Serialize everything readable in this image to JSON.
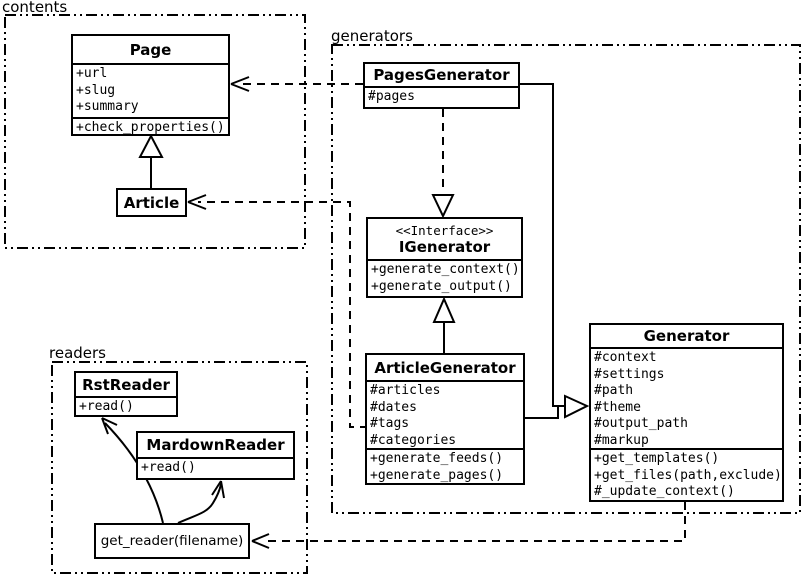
{
  "packages": {
    "contents": {
      "label": "contents"
    },
    "generators": {
      "label": "generators"
    },
    "readers": {
      "label": "readers"
    }
  },
  "classes": {
    "page": {
      "name": "Page",
      "attributes": [
        "+url",
        "+slug",
        "+summary"
      ],
      "methods": [
        "+check_properties()"
      ]
    },
    "article": {
      "name": "Article"
    },
    "pages_generator": {
      "name": "PagesGenerator",
      "attributes": [
        "#pages"
      ]
    },
    "igenerator": {
      "stereotype": "<<Interface>>",
      "name": "IGenerator",
      "methods": [
        "+generate_context()",
        "+generate_output()"
      ]
    },
    "article_generator": {
      "name": "ArticleGenerator",
      "attributes": [
        "#articles",
        "#dates",
        "#tags",
        "#categories"
      ],
      "methods": [
        "+generate_feeds()",
        "+generate_pages()"
      ]
    },
    "generator": {
      "name": "Generator",
      "attributes": [
        "#context",
        "#settings",
        "#path",
        "#theme",
        "#output_path",
        "#markup"
      ],
      "methods": [
        "+get_templates()",
        "+get_files(path,exclude)",
        "#_update_context()"
      ]
    },
    "rst_reader": {
      "name": "RstReader",
      "methods": [
        "+read()"
      ]
    },
    "mardown_reader": {
      "name": "MardownReader",
      "methods": [
        "+read()"
      ]
    },
    "get_reader": {
      "name": "get_reader(filename)"
    }
  },
  "relationships": [
    {
      "from": "Article",
      "to": "Page",
      "type": "inheritance",
      "style": "solid-hollow-triangle"
    },
    {
      "from": "PagesGenerator",
      "to": "Page",
      "type": "dependency",
      "style": "dashed-open-arrow"
    },
    {
      "from": "PagesGenerator",
      "to": "IGenerator",
      "type": "realization",
      "style": "dashed-hollow-triangle"
    },
    {
      "from": "ArticleGenerator",
      "to": "IGenerator",
      "type": "inheritance",
      "style": "solid-hollow-triangle"
    },
    {
      "from": "PagesGenerator",
      "to": "Generator",
      "type": "inheritance",
      "style": "solid-hollow-triangle"
    },
    {
      "from": "ArticleGenerator",
      "to": "Generator",
      "type": "inheritance",
      "style": "solid-hollow-triangle"
    },
    {
      "from": "ArticleGenerator",
      "to": "Article",
      "type": "dependency",
      "style": "dashed-open-arrow"
    },
    {
      "from": "Generator",
      "to": "get_reader(filename)",
      "type": "dependency",
      "style": "dashed-open-arrow"
    },
    {
      "from": "get_reader(filename)",
      "to": "RstReader",
      "type": "call",
      "style": "solid-curved-open-arrow"
    },
    {
      "from": "get_reader(filename)",
      "to": "MardownReader",
      "type": "call",
      "style": "solid-curved-open-arrow"
    }
  ],
  "colors": {
    "line": "#000000",
    "background": "#ffffff"
  }
}
